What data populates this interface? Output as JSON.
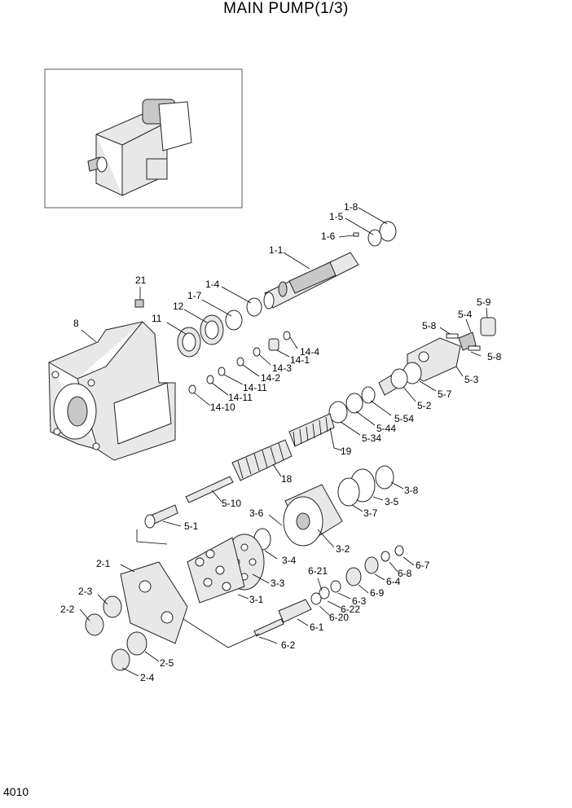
{
  "title": "MAIN PUMP(1/3)",
  "page_number": "4010",
  "callouts": [
    {
      "id": "c-1-8",
      "text": "1-8"
    },
    {
      "id": "c-1-5",
      "text": "1-5"
    },
    {
      "id": "c-1-6",
      "text": "1-6"
    },
    {
      "id": "c-1-1",
      "text": "1-1"
    },
    {
      "id": "c-21",
      "text": "21"
    },
    {
      "id": "c-1-4",
      "text": "1-4"
    },
    {
      "id": "c-1-7",
      "text": "1-7"
    },
    {
      "id": "c-12",
      "text": "12"
    },
    {
      "id": "c-11",
      "text": "11"
    },
    {
      "id": "c-8",
      "text": "8"
    },
    {
      "id": "c-5-9",
      "text": "5-9"
    },
    {
      "id": "c-5-4",
      "text": "5-4"
    },
    {
      "id": "c-5-8a",
      "text": "5-8"
    },
    {
      "id": "c-5-8b",
      "text": "5-8"
    },
    {
      "id": "c-5-3",
      "text": "5-3"
    },
    {
      "id": "c-14-4",
      "text": "14-4"
    },
    {
      "id": "c-14-1",
      "text": "14-1"
    },
    {
      "id": "c-14-3",
      "text": "14-3"
    },
    {
      "id": "c-14-2",
      "text": "14-2"
    },
    {
      "id": "c-14-11a",
      "text": "14-11"
    },
    {
      "id": "c-14-11b",
      "text": "14-11"
    },
    {
      "id": "c-14-10",
      "text": "14-10"
    },
    {
      "id": "c-5-7",
      "text": "5-7"
    },
    {
      "id": "c-5-2",
      "text": "5-2"
    },
    {
      "id": "c-5-54",
      "text": "5-54"
    },
    {
      "id": "c-5-44",
      "text": "5-44"
    },
    {
      "id": "c-5-34",
      "text": "5-34"
    },
    {
      "id": "c-19",
      "text": "19"
    },
    {
      "id": "c-18",
      "text": "18"
    },
    {
      "id": "c-3-8",
      "text": "3-8"
    },
    {
      "id": "c-3-5",
      "text": "3-5"
    },
    {
      "id": "c-3-7",
      "text": "3-7"
    },
    {
      "id": "c-5-10",
      "text": "5-10"
    },
    {
      "id": "c-3-6",
      "text": "3-6"
    },
    {
      "id": "c-5-1",
      "text": "5-1"
    },
    {
      "id": "c-3-2",
      "text": "3-2"
    },
    {
      "id": "c-3-4",
      "text": "3-4"
    },
    {
      "id": "c-2-1",
      "text": "2-1"
    },
    {
      "id": "c-3-3",
      "text": "3-3"
    },
    {
      "id": "c-6-7",
      "text": "6-7"
    },
    {
      "id": "c-6-8",
      "text": "6-8"
    },
    {
      "id": "c-6-4",
      "text": "6-4"
    },
    {
      "id": "c-6-21",
      "text": "6-21"
    },
    {
      "id": "c-6-9",
      "text": "6-9"
    },
    {
      "id": "c-2-3",
      "text": "2-3"
    },
    {
      "id": "c-3-1",
      "text": "3-1"
    },
    {
      "id": "c-6-3",
      "text": "6-3"
    },
    {
      "id": "c-6-22",
      "text": "6-22"
    },
    {
      "id": "c-2-2",
      "text": "2-2"
    },
    {
      "id": "c-6-20",
      "text": "6-20"
    },
    {
      "id": "c-6-1",
      "text": "6-1"
    },
    {
      "id": "c-6-2",
      "text": "6-2"
    },
    {
      "id": "c-2-5",
      "text": "2-5"
    },
    {
      "id": "c-2-4",
      "text": "2-4"
    }
  ]
}
